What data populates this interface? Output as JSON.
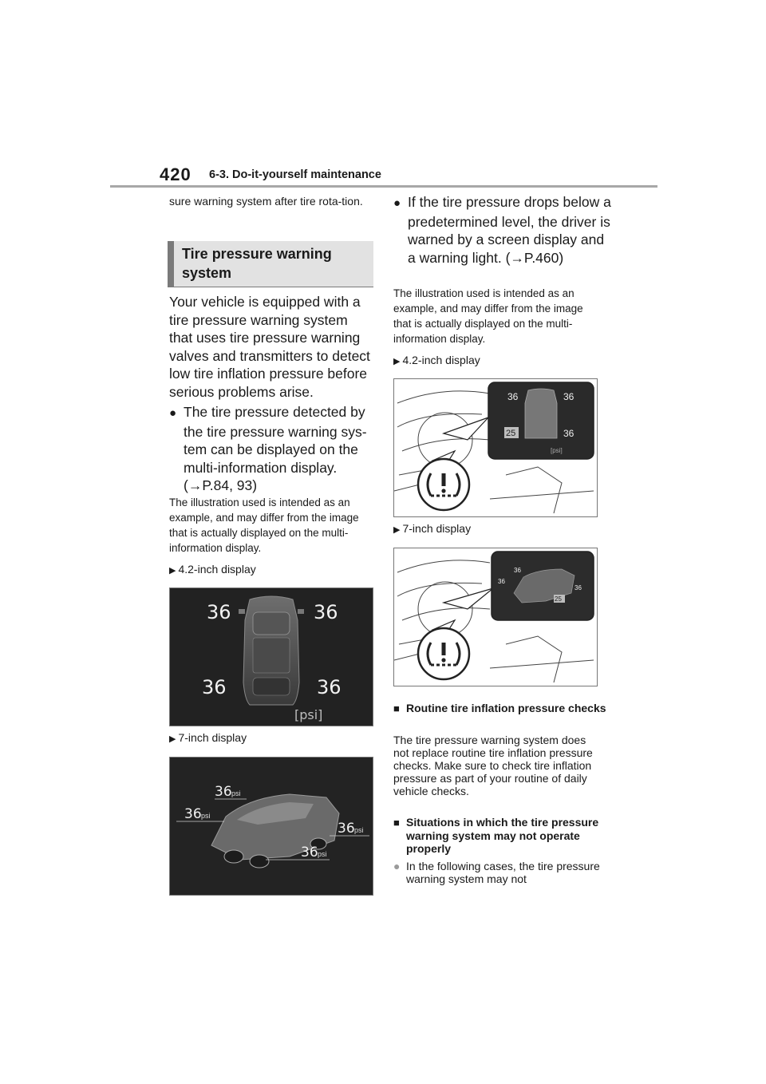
{
  "header": {
    "page_number": "420",
    "section_title": "6-3. Do-it-yourself maintenance"
  },
  "left": {
    "continued_text": "sure warning system after tire rota-tion.",
    "heading": "Tire pressure warning system",
    "intro": "Your vehicle is equipped with a tire pressure warning system that uses tire pressure warning valves and transmitters to detect low tire inflation pressure before serious problems arise.",
    "bullet1": "The tire pressure detected by the tire pressure warning sys-tem can be displayed on the multi-information display. (→P.84, 93)",
    "note": "The illustration used is intended as an example, and may differ from the image that is actually displayed on the multi-information display.",
    "display_42_label": "4.2-inch display",
    "display_7_label": "7-inch display",
    "illus_42": {
      "fl": "36",
      "fr": "36",
      "rl": "36",
      "rr": "36",
      "unit": "[psi]"
    },
    "illus_7": {
      "fl": "36",
      "fr": "36",
      "rl": "36",
      "rr": "36",
      "unit": "psi"
    }
  },
  "right": {
    "bullet2": "If the tire pressure drops below a predetermined level, the driver is warned by a screen display and a warning light. (→P.460)",
    "note": "The illustration used is intended as an example, and may differ from the image that is actually displayed on the multi-information display.",
    "display_42_label": "4.2-inch display",
    "display_7_label": "7-inch display",
    "warn_42": {
      "fl": "36",
      "fr": "36",
      "rl": "25",
      "rr": "36",
      "unit": "[psi]"
    },
    "warn_7": {
      "fl": "36",
      "fr": "36",
      "rl": "36",
      "rr": "25",
      "unit": "psi"
    },
    "sub1_heading": "Routine tire inflation pressure checks",
    "sub1_body": "The tire pressure warning system does not replace routine tire inflation pressure checks. Make sure to check tire inflation pressure as part of your routine of daily vehicle checks.",
    "sub2_heading": "Situations in which the tire pressure warning system may not operate properly",
    "sub2_item": "In the following cases, the tire pressure warning system may not"
  },
  "glyphs": {
    "bullet": "●",
    "arrow": "▶",
    "square": "■",
    "dot": "●"
  },
  "colors": {
    "heading_bar": "#7a7a7a",
    "heading_bg": "#e2e2e2",
    "rule": "#a8a8a8"
  }
}
